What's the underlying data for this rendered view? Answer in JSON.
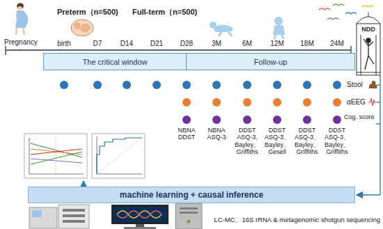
{
  "diagram": {
    "nodes": [
      {
        "text": [
          "The critical window",
          "Follow-up"
        ]
      },
      {
        "text": [
          "machine learning + causal inference"
        ]
      }
    ],
    "labels": [
      "Preterm（n=500)",
      "Full-term（n=500)",
      "Pregnancy",
      "birth",
      "D7",
      "D14",
      "D21",
      "D28",
      "3M",
      "6M",
      "12M",
      "18M",
      "24M",
      "NDD",
      "Stool",
      "αEEG",
      "Cog. score",
      "NBNA DDST",
      "NBNA ASQ-3",
      "DDST ASQ-3, Bayley、 Griffiths",
      "DDST ASQ-3、 Bayley、 Gesell",
      "DDST ASQ-3、 Bayley、 Griffiths",
      "DDST ASQ-3、 Bayley、 Griffiths",
      "LC-MC、16S rRNA & metagenomic shotgun sequencing"
    ]
  }
}
